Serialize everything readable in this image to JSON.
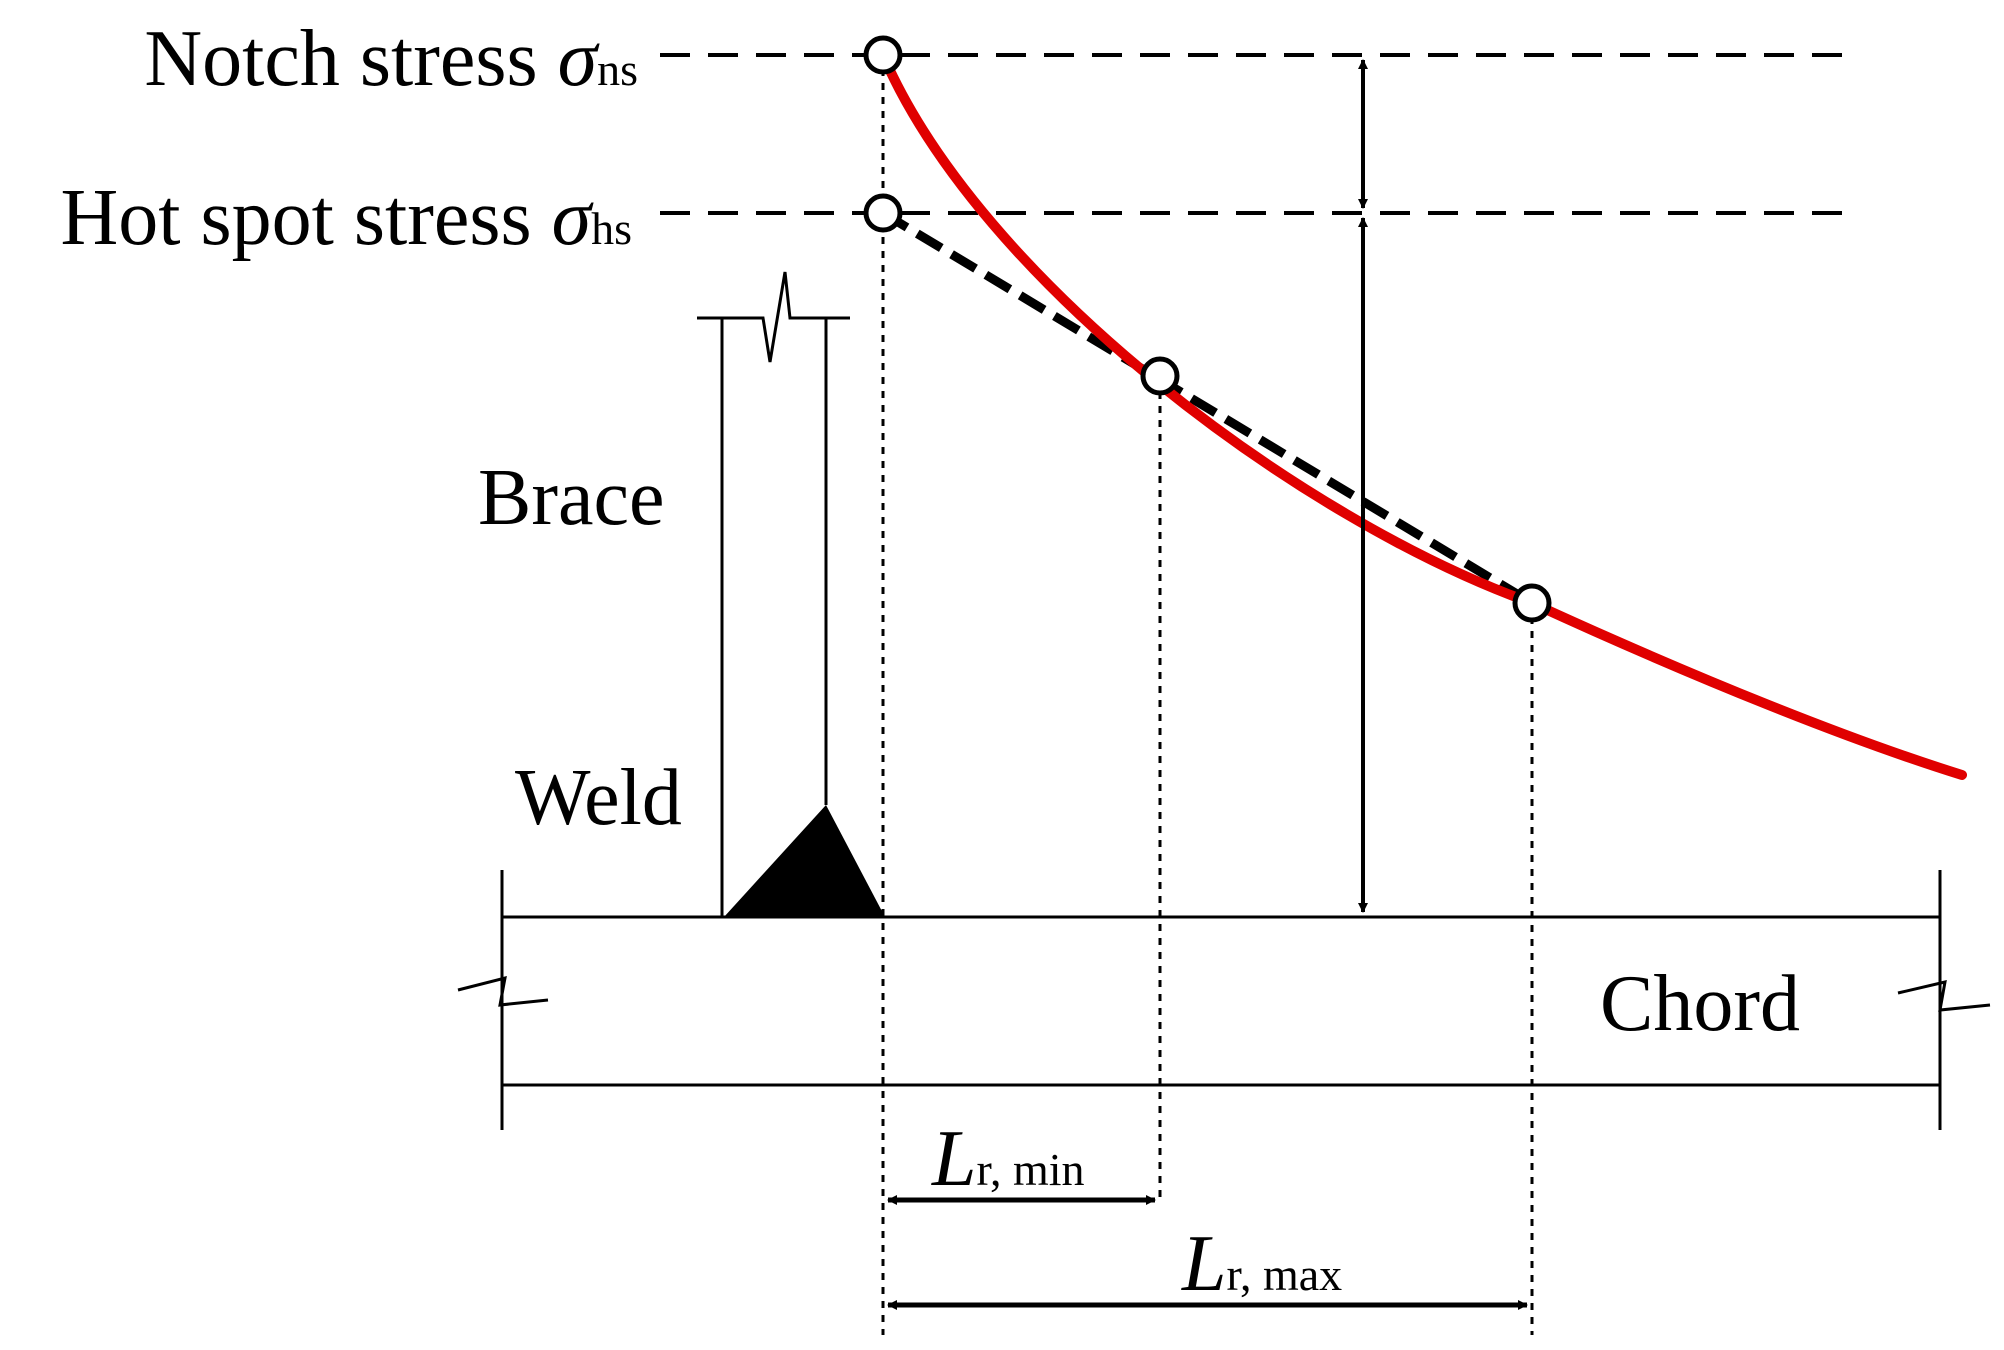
{
  "labels": {
    "notch_stress": "Notch stress ",
    "notch_symbol": "σ",
    "notch_sub": "ns",
    "hot_spot_stress": "Hot spot stress ",
    "hot_spot_symbol": "σ",
    "hot_spot_sub": "hs",
    "brace": "Brace",
    "weld": "Weld",
    "chord": "Chord",
    "lr_min_symbol": "L",
    "lr_min_sub": "r, min",
    "lr_max_symbol": "L",
    "lr_max_sub": "r, max"
  },
  "colors": {
    "stress_curve": "#e00000",
    "lines": "#000000",
    "background": "#ffffff"
  }
}
